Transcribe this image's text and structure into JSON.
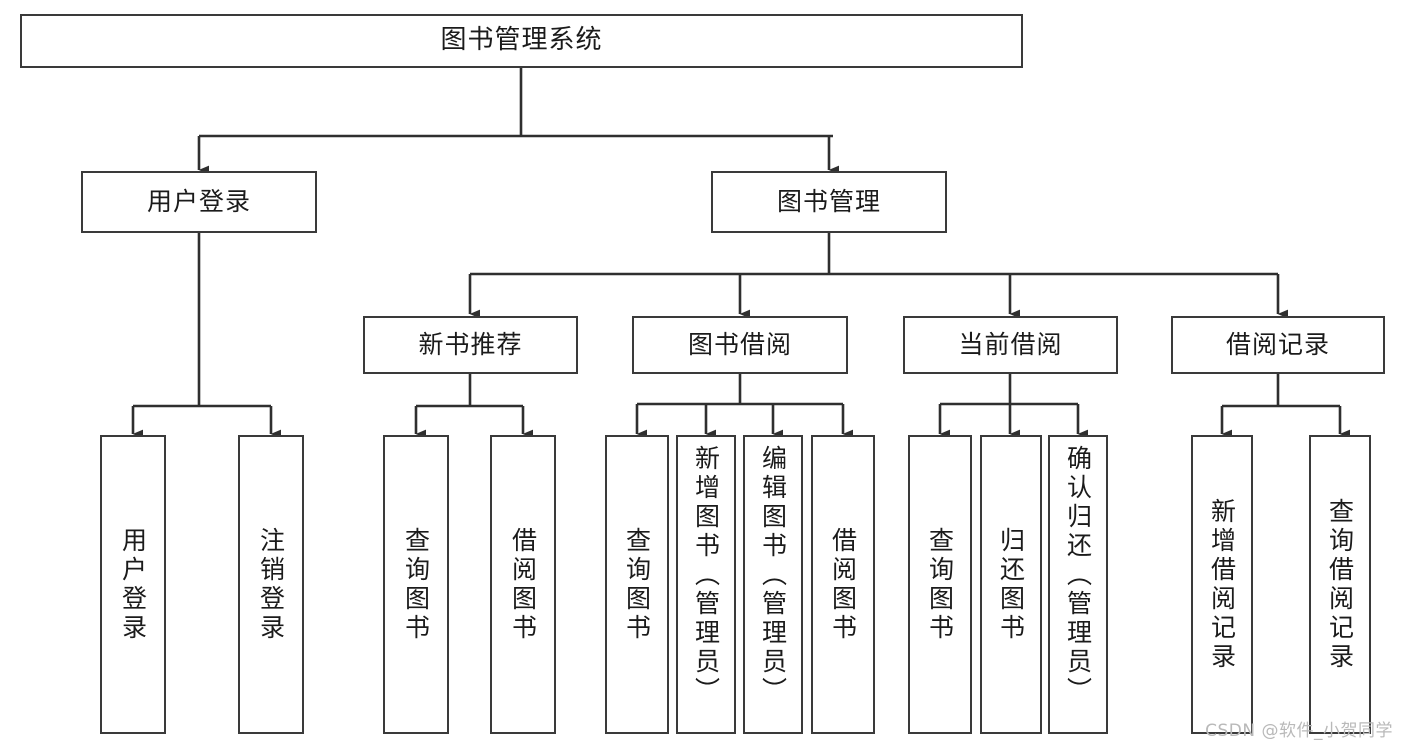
{
  "diagram": {
    "title": "图书管理系统",
    "type": "tree-hierarchy-chart",
    "watermark": "CSDN @软件_小贺同学",
    "colors": {
      "box_stroke": "#3a3a3a",
      "box_fill": "#ffffff",
      "edge_stroke": "#2f2f2f",
      "text": "#1b1b1b",
      "watermark": "#b9b9b9"
    },
    "root": {
      "label": "图书管理系统"
    },
    "level2": [
      {
        "label": "用户登录"
      },
      {
        "label": "图书管理"
      }
    ],
    "level3": [
      {
        "label": "新书推荐"
      },
      {
        "label": "图书借阅"
      },
      {
        "label": "当前借阅"
      },
      {
        "label": "借阅记录"
      }
    ],
    "leaves": {
      "user_login": [
        {
          "label": "用户登录"
        },
        {
          "label": "注销登录"
        }
      ],
      "new_book_recommend": [
        {
          "label": "查询图书"
        },
        {
          "label": "借阅图书"
        }
      ],
      "book_borrow": [
        {
          "label": "查询图书"
        },
        {
          "label": "新增图书（管理员）"
        },
        {
          "label": "编辑图书（管理员）"
        },
        {
          "label": "借阅图书"
        }
      ],
      "current_borrow": [
        {
          "label": "查询图书"
        },
        {
          "label": "归还图书"
        },
        {
          "label": "确认归还（管理员）"
        }
      ],
      "borrow_record": [
        {
          "label": "新增借阅记录"
        },
        {
          "label": "查询借阅记录"
        }
      ]
    }
  }
}
